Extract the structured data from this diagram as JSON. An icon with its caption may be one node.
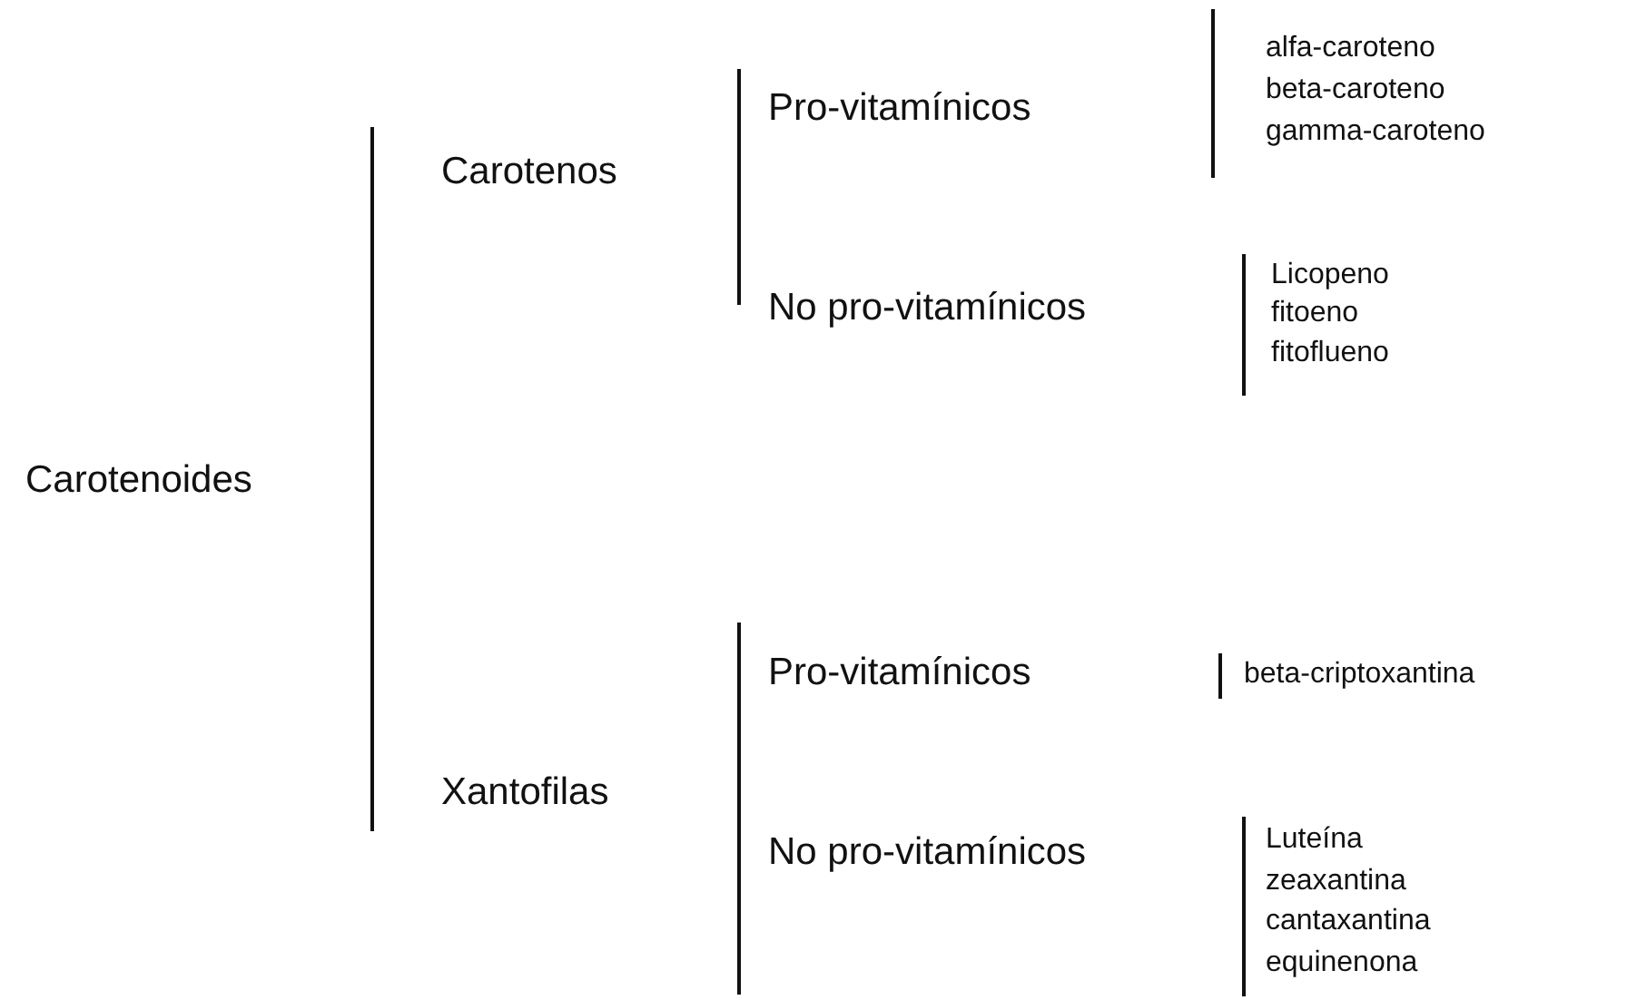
{
  "diagram": {
    "labels": [
      "Carotenos",
      "Pro-vitamínicos",
      "alfa-caroteno",
      "beta-caroteno",
      "gamma-caroteno",
      "No pro-vitamínicos",
      "Licopeno",
      "fitoeno",
      "fitoflueno",
      "Carotenoides",
      "Pro-vitamínicos",
      "beta-criptoxantina",
      "Xantofilas",
      "No pro-vitamínicos",
      "Luteína",
      "zeaxantina",
      "cantaxantina",
      "equinenona"
    ]
  }
}
